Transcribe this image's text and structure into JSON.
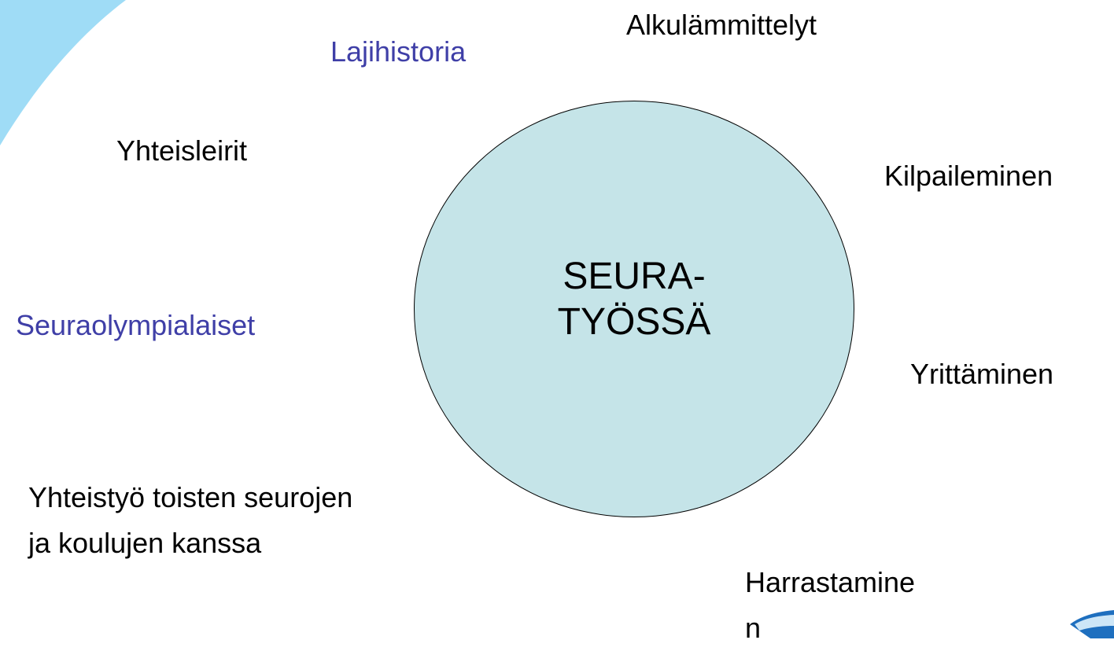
{
  "colors": {
    "circle_fill": "#c5e4e8",
    "accent_text": "#3f3fa7",
    "decor_blue": "#9fdcf6"
  },
  "center": {
    "line1": "SEURA-",
    "line2": "TYÖSSÄ"
  },
  "labels": {
    "alkulammittelyt": "Alkulämmittelyt",
    "lajihistoria": "Lajihistoria",
    "yhteisleirit": "Yhteisleirit",
    "kilpaileminen": "Kilpaileminen",
    "seuraolympialaiset": "Seuraolympialaiset",
    "yrittaminen": "Yrittäminen",
    "yhteistyo_line1": "Yhteistyö toisten seurojen",
    "yhteistyo_line2": "ja koulujen kanssa",
    "harrastaminen_line1": "Harrastamine",
    "harrastaminen_line2": "n"
  }
}
